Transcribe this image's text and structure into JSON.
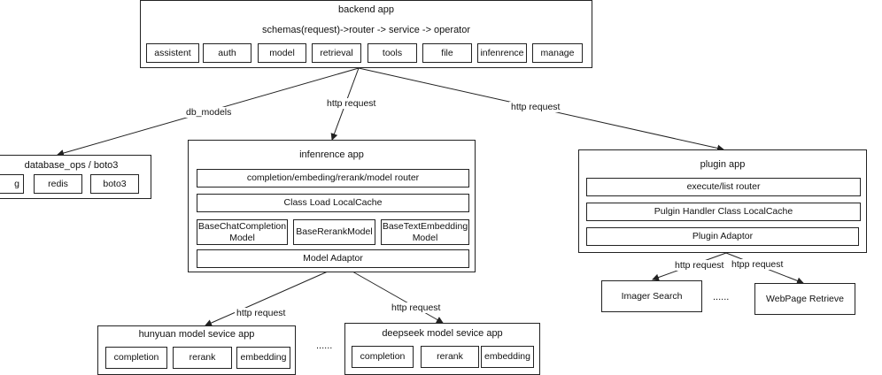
{
  "backend": {
    "title": "backend app",
    "subtitle": "schemas(request)->router -> service -> operator",
    "modules": [
      "assistent",
      "auth",
      "model",
      "retrieval",
      "tools",
      "file",
      "infenrence",
      "manage"
    ]
  },
  "database": {
    "title": "database_ops / boto3",
    "items": [
      "g",
      "redis",
      "boto3"
    ]
  },
  "inference": {
    "title": "infenrence app",
    "router": "completion/embeding/rerank/model router",
    "cache": "Class Load LocalCache",
    "models": [
      "BaseChatCompletion Model",
      "BaseRerankModel",
      "BaseTextEmbedding Model"
    ],
    "adaptor": "Model Adaptor"
  },
  "plugin": {
    "title": "plugin app",
    "router": "execute/list router",
    "cache": "Pulgin Handler Class LocalCache",
    "adaptor": "Plugin Adaptor"
  },
  "plugin_targets": {
    "imager": "Imager Search",
    "ellipsis": "......",
    "webpage": "WebPage Retrieve"
  },
  "hunyuan": {
    "title": "hunyuan model sevice app",
    "items": [
      "completion",
      "rerank",
      "embedding"
    ]
  },
  "deepseek": {
    "title": "deepseek model sevice app",
    "items": [
      "completion",
      "rerank",
      "embedding"
    ]
  },
  "services_ellipsis": "......",
  "edges": {
    "db_models": "db_models",
    "http_request_inference": "http request",
    "http_request_plugin": "http request",
    "http_request_hunyuan": "http request",
    "http_request_deepseek": "http request",
    "http_request_imager": "http request",
    "htpp_request_webpage": "htpp request"
  }
}
